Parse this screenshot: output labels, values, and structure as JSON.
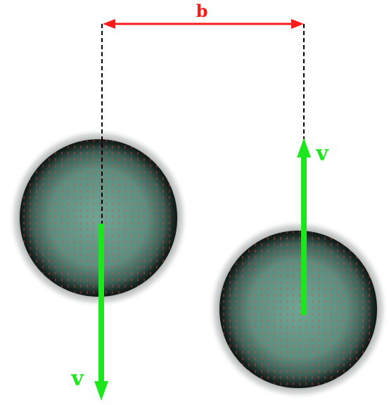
{
  "labels": {
    "impact_parameter": "b",
    "velocity_left": "v",
    "velocity_right": "v"
  },
  "colors": {
    "dimension": "#ff1a1a",
    "velocity": "#1ee61e",
    "guide": "#000000",
    "sphere_center": "#6b9e8e",
    "sphere_edge": "#1a2824",
    "sphere_halo": "#b8bcba",
    "field_dash": "#e04a3a"
  },
  "icons": {
    "dimension_arrow": "double-headed-arrow",
    "velocity_arrow": "arrow"
  }
}
